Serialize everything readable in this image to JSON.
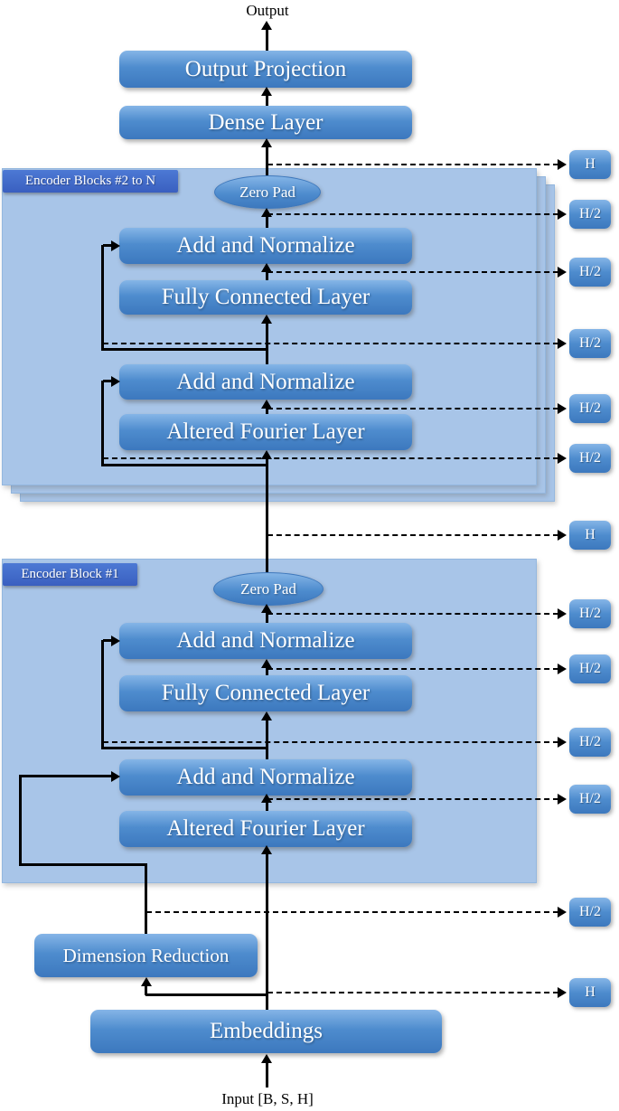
{
  "page": {
    "output_label": "Output",
    "input_label": "Input [B, S, H]"
  },
  "top_boxes": {
    "output_projection": "Output Projection",
    "dense_layer": "Dense Layer"
  },
  "encoder_blocks_2_to_n": {
    "label": "Encoder Blocks #2 to N",
    "zero_pad": "Zero Pad",
    "add_norm_top": "Add and Normalize",
    "fully_connected": "Fully Connected Layer",
    "add_norm_bottom": "Add and Normalize",
    "altered_fourier": "Altered Fourier Layer"
  },
  "encoder_block_1": {
    "label": "Encoder Block #1",
    "zero_pad": "Zero Pad",
    "add_norm_top": "Add and Normalize",
    "fully_connected": "Fully Connected Layer",
    "add_norm_bottom": "Add and Normalize",
    "altered_fourier": "Altered Fourier Layer"
  },
  "bottom_boxes": {
    "dimension_reduction": "Dimension Reduction",
    "embeddings": "Embeddings"
  },
  "dim_tags": [
    {
      "label": "H"
    },
    {
      "label": "H/2"
    },
    {
      "label": "H/2"
    },
    {
      "label": "H/2"
    },
    {
      "label": "H/2"
    },
    {
      "label": "H/2"
    },
    {
      "label": "H"
    },
    {
      "label": "H/2"
    },
    {
      "label": "H/2"
    },
    {
      "label": "H/2"
    },
    {
      "label": "H/2"
    },
    {
      "label": "H/2"
    },
    {
      "label": "H"
    }
  ],
  "colors": {
    "node_top": "#85B5E7",
    "node_mid": "#4E8CCE",
    "node_bottom": "#3C78BE",
    "container": "#A8C5E8",
    "container_border": "#93B7DF",
    "label_top": "#4C79D4",
    "label_bottom": "#3A5FC0",
    "line": "#000000"
  }
}
